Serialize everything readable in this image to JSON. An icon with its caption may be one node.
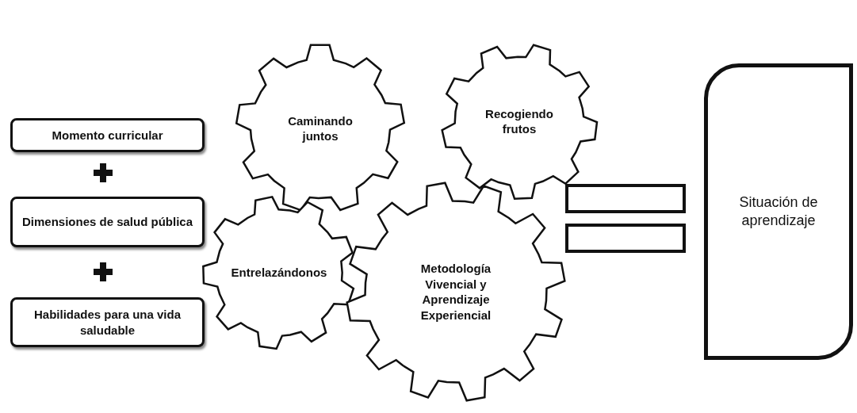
{
  "diagram": {
    "nodes": [
      {
        "text": [
          "Momento curricular"
        ]
      },
      {
        "text": [
          "Dimensiones de salud pública"
        ]
      },
      {
        "text": [
          "Habilidades para una vida saludable"
        ]
      },
      {
        "text": [
          "Caminando juntos"
        ]
      },
      {
        "text": [
          "Recogiendo frutos"
        ]
      },
      {
        "text": [
          "Entrelazándonos"
        ]
      },
      {
        "text": [
          "Metodología Vivencial y Aprendizaje Experiencial"
        ]
      },
      {
        "text": [
          "Situación de aprendizaje"
        ]
      }
    ]
  }
}
